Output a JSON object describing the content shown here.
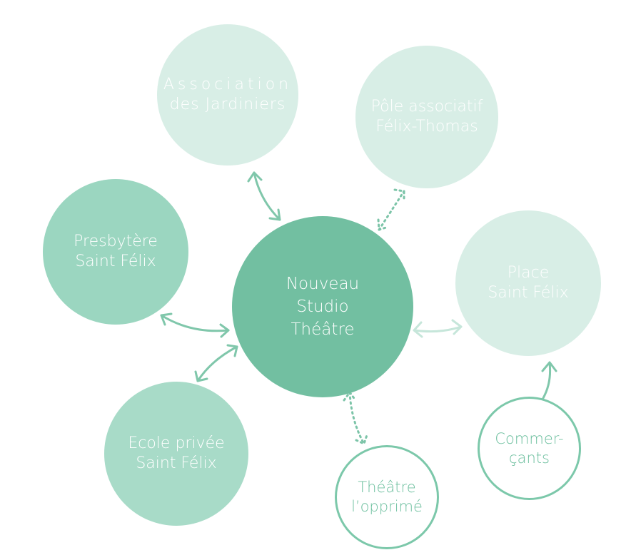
{
  "colors": {
    "center_fill": "#72bfa1",
    "strong_fill": "#9bd6c0",
    "light_fill": "#d8eee6",
    "outline": "#7cc8aa",
    "arrow_strong": "#80c7ab",
    "arrow_light": "#c6e6da",
    "arrow_dotted": "#7cc4a8",
    "text_on_fill": "#ffffff",
    "text_outline": "#6cbf9e"
  },
  "nodes": {
    "center": {
      "line1": "Nouveau",
      "line2": "Studio",
      "line3": "Théâtre"
    },
    "association": {
      "line1": "Association",
      "line2": "des Jardiniers"
    },
    "pole": {
      "line1": "Pôle associatif",
      "line2": "Félix-Thomas"
    },
    "presbytere": {
      "line1": "Presbytère",
      "line2": "Saint Félix"
    },
    "place": {
      "line1": "Place",
      "line2": "Saint Félix"
    },
    "ecole": {
      "line1": "Ecole privée",
      "line2": "Saint Félix"
    },
    "theatre_opprime": {
      "line1": "Théâtre",
      "line2": "l’opprimé"
    },
    "commercants": {
      "line1": "Commer-",
      "line2": "çants"
    }
  },
  "relations": [
    {
      "from": "association",
      "to": "center",
      "style": "solid-bidirectional"
    },
    {
      "from": "presbytere",
      "to": "center",
      "style": "solid-bidirectional"
    },
    {
      "from": "ecole",
      "to": "center",
      "style": "solid-bidirectional"
    },
    {
      "from": "place",
      "to": "center",
      "style": "solid-bidirectional"
    },
    {
      "from": "pole",
      "to": "center",
      "style": "dotted-bidirectional"
    },
    {
      "from": "theatre_opprime",
      "to": "center",
      "style": "dotted-bidirectional"
    },
    {
      "from": "commercants",
      "to": "place",
      "style": "solid-unidirectional"
    }
  ]
}
